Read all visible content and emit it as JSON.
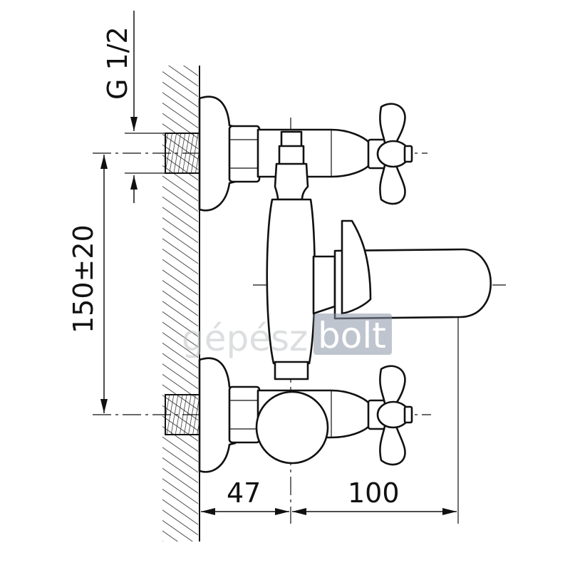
{
  "drawing": {
    "dimensions": {
      "thread": "G 1/2",
      "spacing": "150±20",
      "wall_offset": "47",
      "spout_reach": "100"
    },
    "watermark": {
      "left_part": "gépész",
      "right_part": "bolt"
    }
  }
}
